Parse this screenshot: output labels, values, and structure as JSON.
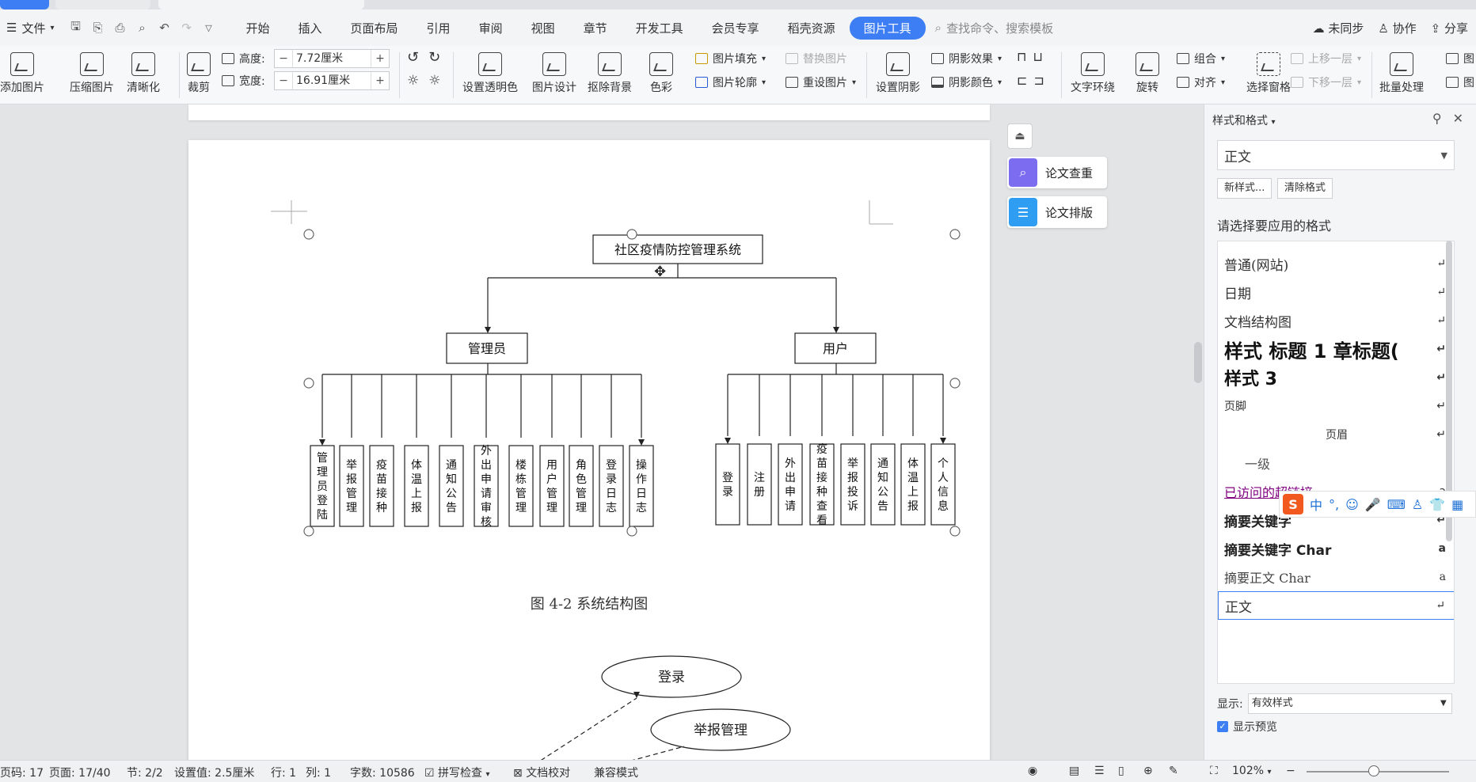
{
  "menu": {
    "file": "文件",
    "items": [
      "开始",
      "插入",
      "页面布局",
      "引用",
      "审阅",
      "视图",
      "章节",
      "开发工具",
      "会员专享",
      "稻壳资源"
    ],
    "active_tab": "图片工具",
    "search_placeholder": "查找命令、搜索模板",
    "sync": "未同步",
    "collab": "协作",
    "share": "分享"
  },
  "ribbon": {
    "add_picture": "添加图片",
    "compress": "压缩图片",
    "sharpen": "清晰化",
    "crop": "裁剪",
    "height_label": "高度:",
    "height_value": "7.72厘米",
    "width_label": "宽度:",
    "width_value": "16.91厘米",
    "transparency": "设置透明色",
    "design": "图片设计",
    "remove_bg": "抠除背景",
    "color": "色彩",
    "fill": "图片填充",
    "outline": "图片轮廓",
    "replace": "替换图片",
    "reset": "重设图片",
    "shadow": "设置阴影",
    "shadow_effect": "阴影效果",
    "shadow_color": "阴影颜色",
    "wrap": "文字环绕",
    "rotate": "旋转",
    "group": "组合",
    "align": "对齐",
    "select_pane": "选择窗格",
    "bring_forward": "上移一层",
    "send_backward": "下移一层",
    "batch": "批量处理",
    "more": "图"
  },
  "diagram": {
    "root": "社区疫情防控管理系统",
    "admin": "管理员",
    "user": "用户",
    "admin_children": [
      "管理员登陆",
      "举报管理",
      "疫苗接种",
      "体温上报",
      "通知公告",
      "外出申请审核",
      "楼栋管理",
      "用户管理",
      "角色管理",
      "登录日志",
      "操作日志"
    ],
    "user_children": [
      "登录",
      "注册",
      "外出申请",
      "疫苗接种查看",
      "举报投诉",
      "通知公告",
      "体温上报",
      "个人信息"
    ],
    "caption": "图 4-2  系统结构图",
    "next_diagram": [
      "登录",
      "举报管理"
    ]
  },
  "side_tools": {
    "check": "论文查重",
    "layout": "论文排版"
  },
  "panel": {
    "title": "样式和格式",
    "current_style": "正文",
    "new_style": "新样式...",
    "clear_format": "清除格式",
    "choose_label": "请选择要应用的格式",
    "styles": [
      {
        "label": "普通(网站)",
        "mark": "↵"
      },
      {
        "label": "日期",
        "mark": "↵"
      },
      {
        "label": "文档结构图",
        "mark": "↵"
      },
      {
        "label": "样式 标题 1 章标题(",
        "mark": "↵"
      },
      {
        "label": "样式 3",
        "mark": "↵"
      },
      {
        "label": "页脚",
        "mark": "↵"
      },
      {
        "label": "页眉",
        "mark": "↵"
      },
      {
        "label": "一级",
        "mark": ""
      },
      {
        "label": "已访问的超链接",
        "mark": "a"
      },
      {
        "label": "摘要关键字",
        "mark": "↵"
      },
      {
        "label": "摘要关键字 Char",
        "mark": "a"
      },
      {
        "label": "摘要正文 Char",
        "mark": "a"
      },
      {
        "label": "正文",
        "mark": "↵"
      }
    ],
    "show_label": "显示:",
    "show_value": "有效样式",
    "preview_label": "显示预览"
  },
  "ime": {
    "logo": "S",
    "mode": "中"
  },
  "status": {
    "page_code": "页码: 17",
    "page": "页面: 17/40",
    "section": "节: 2/2",
    "setting": "设置值: 2.5厘米",
    "row": "行: 1",
    "col": "列: 1",
    "words": "字数: 10586",
    "spell": "拼写检查",
    "proof": "文档校对",
    "compat": "兼容模式",
    "zoom": "102%"
  },
  "colors": {
    "accent": "#3d7ef4",
    "hyperlink_visited": "#800080"
  }
}
